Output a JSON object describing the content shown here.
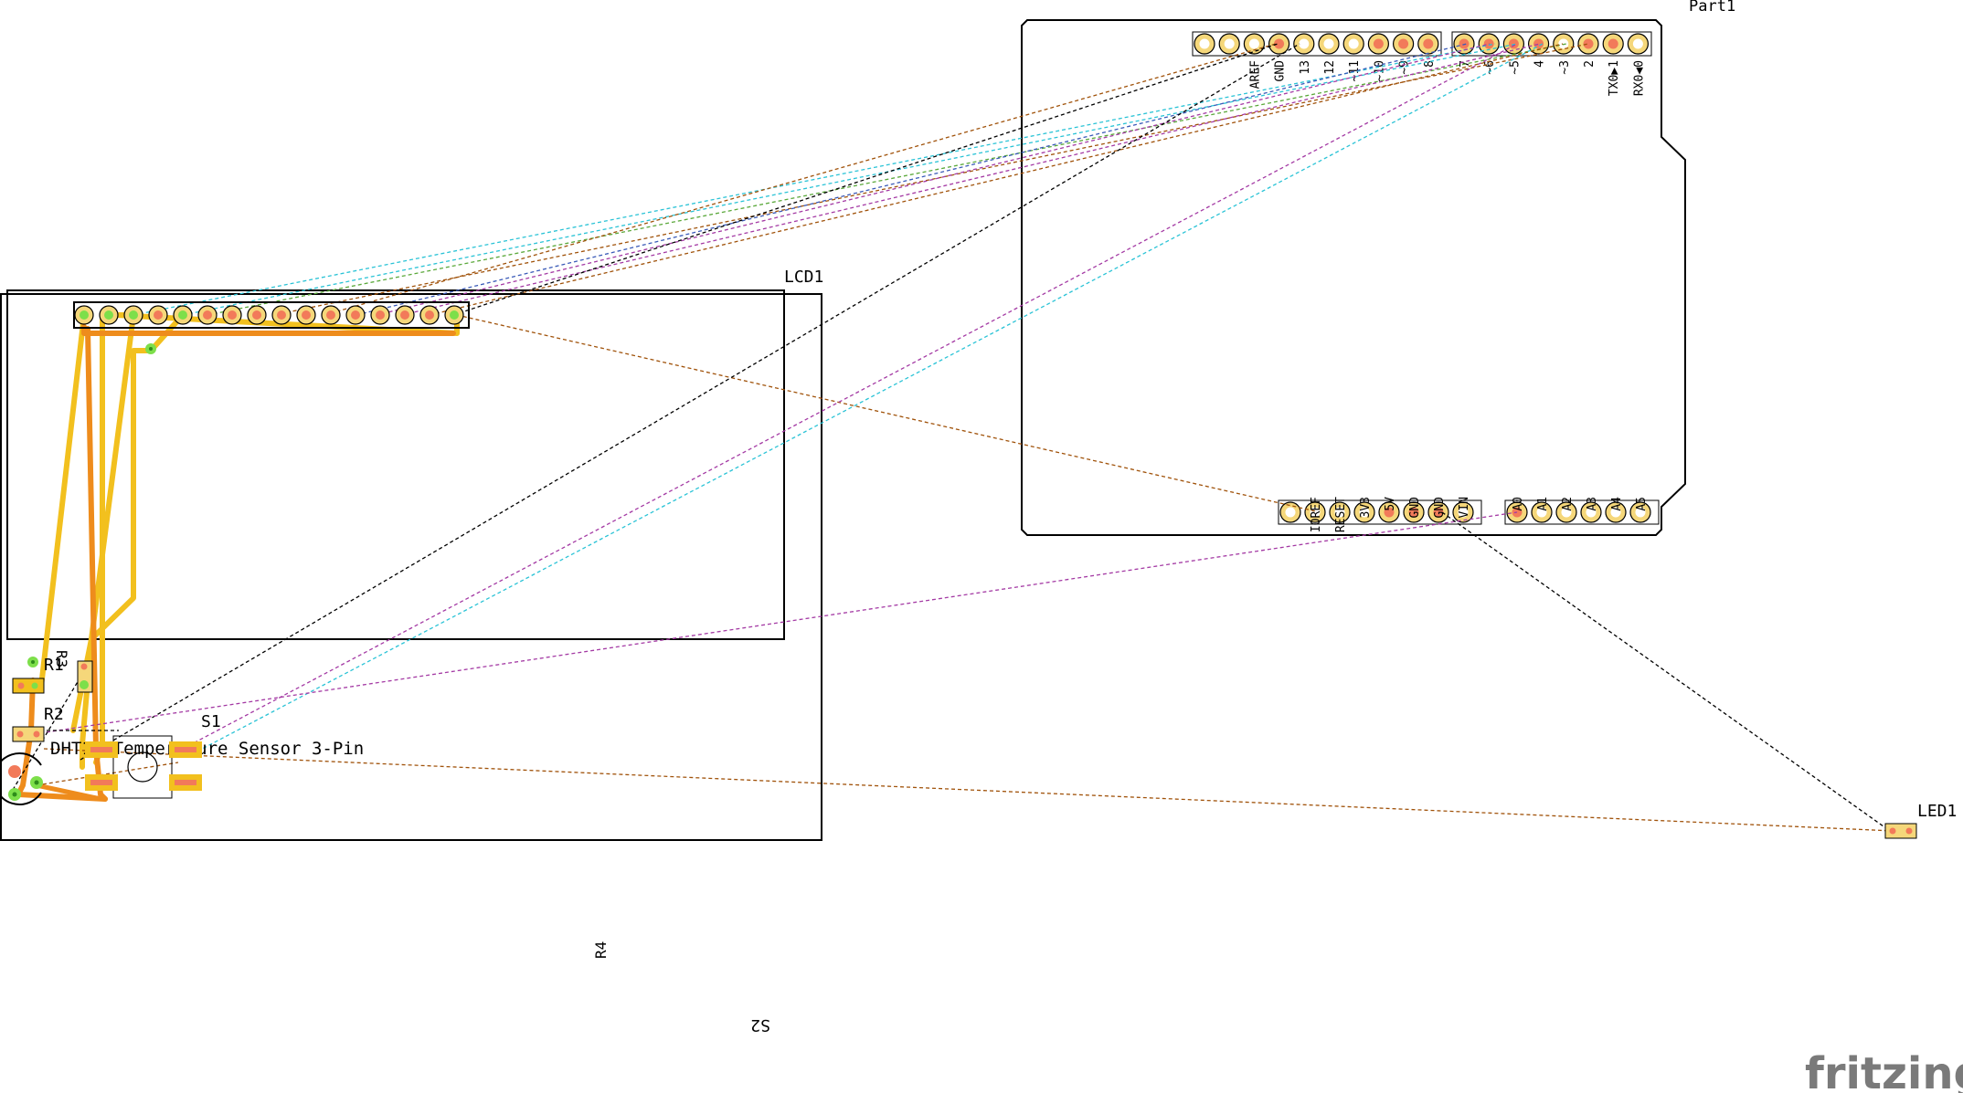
{
  "app": {
    "brand": "fritzing"
  },
  "labels": {
    "part1": "Part1",
    "lcd1": "LCD1",
    "led1": "LED1",
    "s1": "S1",
    "s2": "S2",
    "r1": "R1",
    "r2": "R2",
    "r3": "R3",
    "r4": "R4",
    "dht": "DHT11 Temperature Sensor 3-Pin"
  },
  "arduino": {
    "top_pins": [
      "AREF",
      "GND",
      "13",
      "12",
      "~11",
      "~10",
      "~9",
      "8",
      "7",
      "~6",
      "~5",
      "4",
      "~3",
      "2",
      "TX0▶1",
      "RX0◀0"
    ],
    "power_pins": [
      "IOREF",
      "RESET",
      "3V3",
      "5V",
      "GND",
      "GND",
      "VIN"
    ],
    "analog_pins": [
      "A0",
      "A1",
      "A2",
      "A3",
      "A4",
      "A5"
    ]
  },
  "colors": {
    "pad_ring": "#f5d77a",
    "pad_connected": "#f27a5a",
    "pad_green": "#7ddf4a",
    "trace_yellow": "#f2c01e",
    "trace_orange": "#ee8c1c",
    "rat_black": "#000000",
    "rat_brown": "#a0520a",
    "rat_purple": "#a43aa4",
    "rat_cyan": "#2ac3d6",
    "rat_blue": "#3a5ab8",
    "rat_green": "#5aa83a"
  }
}
